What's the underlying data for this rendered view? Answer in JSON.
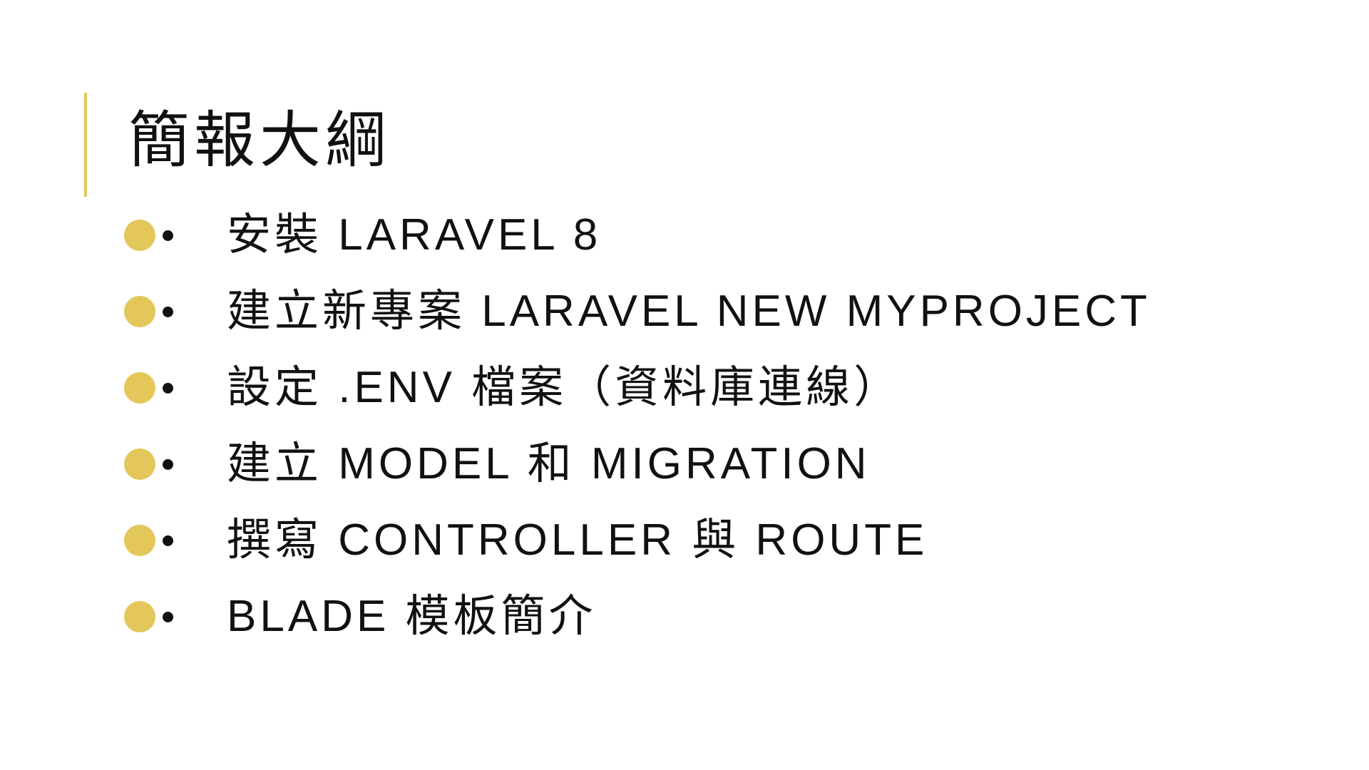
{
  "slide": {
    "title": "簡報大綱",
    "accent_color": "#e3c75a",
    "bullets": [
      {
        "text": "安裝 LARAVEL 8"
      },
      {
        "text": "建立新專案 LARAVEL NEW MYPROJECT"
      },
      {
        "text": "設定 .ENV 檔案（資料庫連線）"
      },
      {
        "text": "建立 MODEL 和 MIGRATION"
      },
      {
        "text": "撰寫 CONTROLLER 與 ROUTE"
      },
      {
        "text": "BLADE 模板簡介"
      }
    ]
  }
}
